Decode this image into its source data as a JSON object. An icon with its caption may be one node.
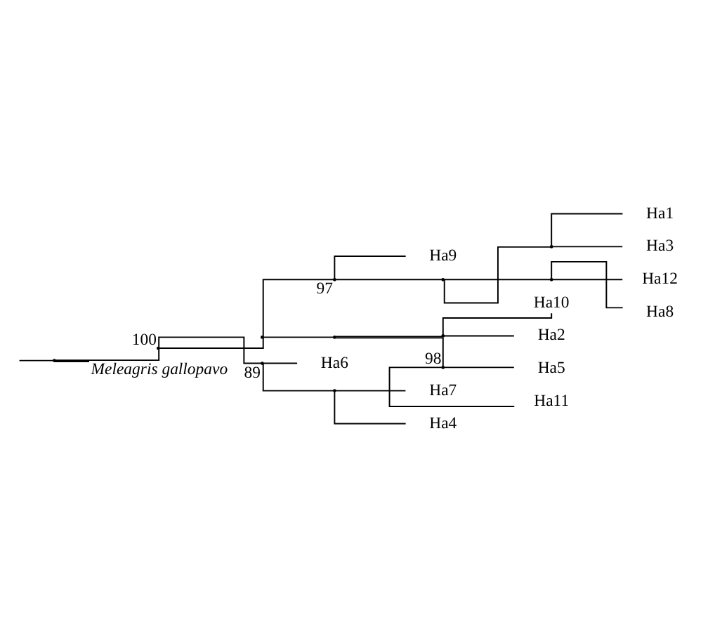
{
  "diagram": {
    "nodes": [
      {
        "text": [],
        "shape": "point"
      },
      {
        "text": [],
        "shape": "point",
        "beside": [
          "100"
        ]
      },
      {
        "text": [],
        "shape": "point"
      },
      {
        "text": [],
        "shape": "point",
        "beside": [
          "97"
        ]
      },
      {
        "text": [
          "Ha9"
        ]
      },
      {
        "text": [],
        "shape": "point"
      },
      {
        "text": [],
        "shape": "point"
      },
      {
        "text": [
          "Ha1"
        ]
      },
      {
        "text": [
          "Ha3"
        ]
      },
      {
        "text": [],
        "shape": "point"
      },
      {
        "text": [
          "Ha12"
        ]
      },
      {
        "text": [
          "Ha8"
        ]
      },
      {
        "text": [],
        "shape": "point"
      },
      {
        "text": [],
        "shape": "point"
      },
      {
        "text": [
          "Ha10"
        ]
      },
      {
        "text": [
          "Ha2"
        ]
      },
      {
        "text": [],
        "shape": "point",
        "beside": [
          "98"
        ]
      },
      {
        "text": [
          "Ha5"
        ]
      },
      {
        "text": [
          "Ha11"
        ]
      },
      {
        "text": [],
        "shape": "point",
        "beside": [
          "89"
        ]
      },
      {
        "text": [
          "Ha6"
        ]
      },
      {
        "text": [],
        "shape": "point"
      },
      {
        "text": [
          "Ha7"
        ]
      },
      {
        "text": [
          "Ha4"
        ]
      },
      {
        "text": [
          "Meleagris gallopavo"
        ]
      }
    ],
    "edges": [
      {
        "from": null,
        "to": 0,
        "arrow": "none"
      },
      {
        "from": 0,
        "to": 1,
        "arrow": "none"
      },
      {
        "from": 1,
        "to": 2,
        "arrow": "none"
      },
      {
        "from": 2,
        "to": 3,
        "arrow": "none"
      },
      {
        "from": 3,
        "to": 4,
        "arrow": "none"
      },
      {
        "from": 3,
        "to": 5,
        "arrow": "none"
      },
      {
        "from": 5,
        "to": 6,
        "arrow": "none"
      },
      {
        "from": 6,
        "to": 7,
        "arrow": "none"
      },
      {
        "from": 6,
        "to": 8,
        "arrow": "none"
      },
      {
        "from": 5,
        "to": 9,
        "arrow": "none"
      },
      {
        "from": 9,
        "to": 10,
        "arrow": "none"
      },
      {
        "from": 9,
        "to": 11,
        "arrow": "none"
      },
      {
        "from": 2,
        "to": 12,
        "arrow": "none"
      },
      {
        "from": 12,
        "to": 13,
        "arrow": "none"
      },
      {
        "from": 13,
        "to": 14,
        "arrow": "none"
      },
      {
        "from": 13,
        "to": 15,
        "arrow": "none"
      },
      {
        "from": 12,
        "to": 16,
        "arrow": "none"
      },
      {
        "from": 16,
        "to": 17,
        "arrow": "none"
      },
      {
        "from": 16,
        "to": 18,
        "arrow": "none"
      },
      {
        "from": 1,
        "to": 19,
        "arrow": "none"
      },
      {
        "from": 19,
        "to": 20,
        "arrow": "none"
      },
      {
        "from": 19,
        "to": 21,
        "arrow": "none"
      },
      {
        "from": 21,
        "to": 22,
        "arrow": "none"
      },
      {
        "from": 21,
        "to": 23,
        "arrow": "none"
      },
      {
        "from": 0,
        "to": 24,
        "arrow": "none"
      }
    ]
  }
}
